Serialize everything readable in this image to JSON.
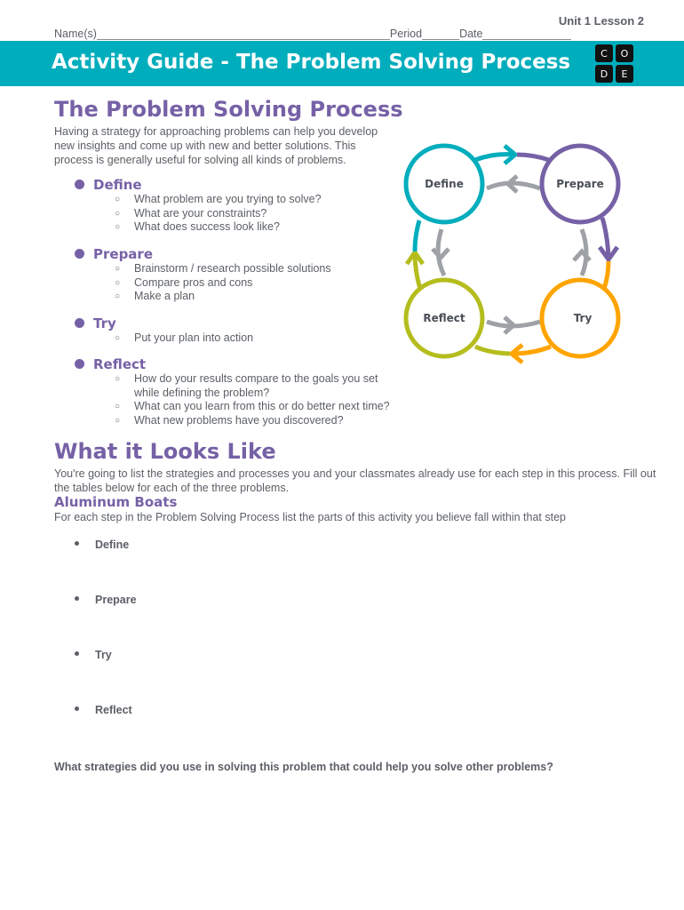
{
  "header": {
    "unit_lesson": "Unit 1 Lesson 2",
    "name_label": "Name(s)",
    "period_label": "Period",
    "date_label": "Date"
  },
  "banner": {
    "title": "Activity Guide - The Problem Solving Process",
    "logo_letters": [
      "C",
      "O",
      "D",
      "E"
    ],
    "color": "#00adbc"
  },
  "section1": {
    "title": "The Problem Solving Process",
    "intro": "Having a strategy for approaching problems can help you develop new insights and come up with new and better solutions. This process is generally useful for solving all kinds of problems.",
    "steps": [
      {
        "name": "Define",
        "items": [
          "What problem are you trying to solve?",
          "What are your constraints?",
          "What does success look like?"
        ]
      },
      {
        "name": "Prepare",
        "items": [
          "Brainstorm / research possible solutions",
          "Compare pros and cons",
          "Make a plan"
        ]
      },
      {
        "name": "Try",
        "items": [
          "Put your plan into action"
        ]
      },
      {
        "name": "Reflect",
        "items": [
          "How do your results compare to the goals you set while defining the problem?",
          "What can you learn from this or do better next time?",
          "What new problems have you discovered?"
        ]
      }
    ]
  },
  "diagram": {
    "nodes": [
      {
        "label": "Define",
        "color": "#00adbc"
      },
      {
        "label": "Prepare",
        "color": "#7661a6"
      },
      {
        "label": "Try",
        "color": "#ffa400"
      },
      {
        "label": "Reflect",
        "color": "#b5bd1e"
      }
    ],
    "inner_arrow_color": "#9ea1a6"
  },
  "section2": {
    "title": "What it Looks Like",
    "intro": "You're going to list the strategies and processes you and your classmates already use for each step in this process. Fill out the tables below for each of the three problems.",
    "subtitle": "Aluminum Boats",
    "instruction": "For each step in the Problem Solving Process list the parts of this activity you believe fall within that step",
    "steps": [
      "Define",
      "Prepare",
      "Try",
      "Reflect"
    ],
    "question": "What strategies did you use in solving this problem that could help you solve other problems?"
  },
  "colors": {
    "purple": "#7661a6",
    "text": "#5b5f66"
  }
}
